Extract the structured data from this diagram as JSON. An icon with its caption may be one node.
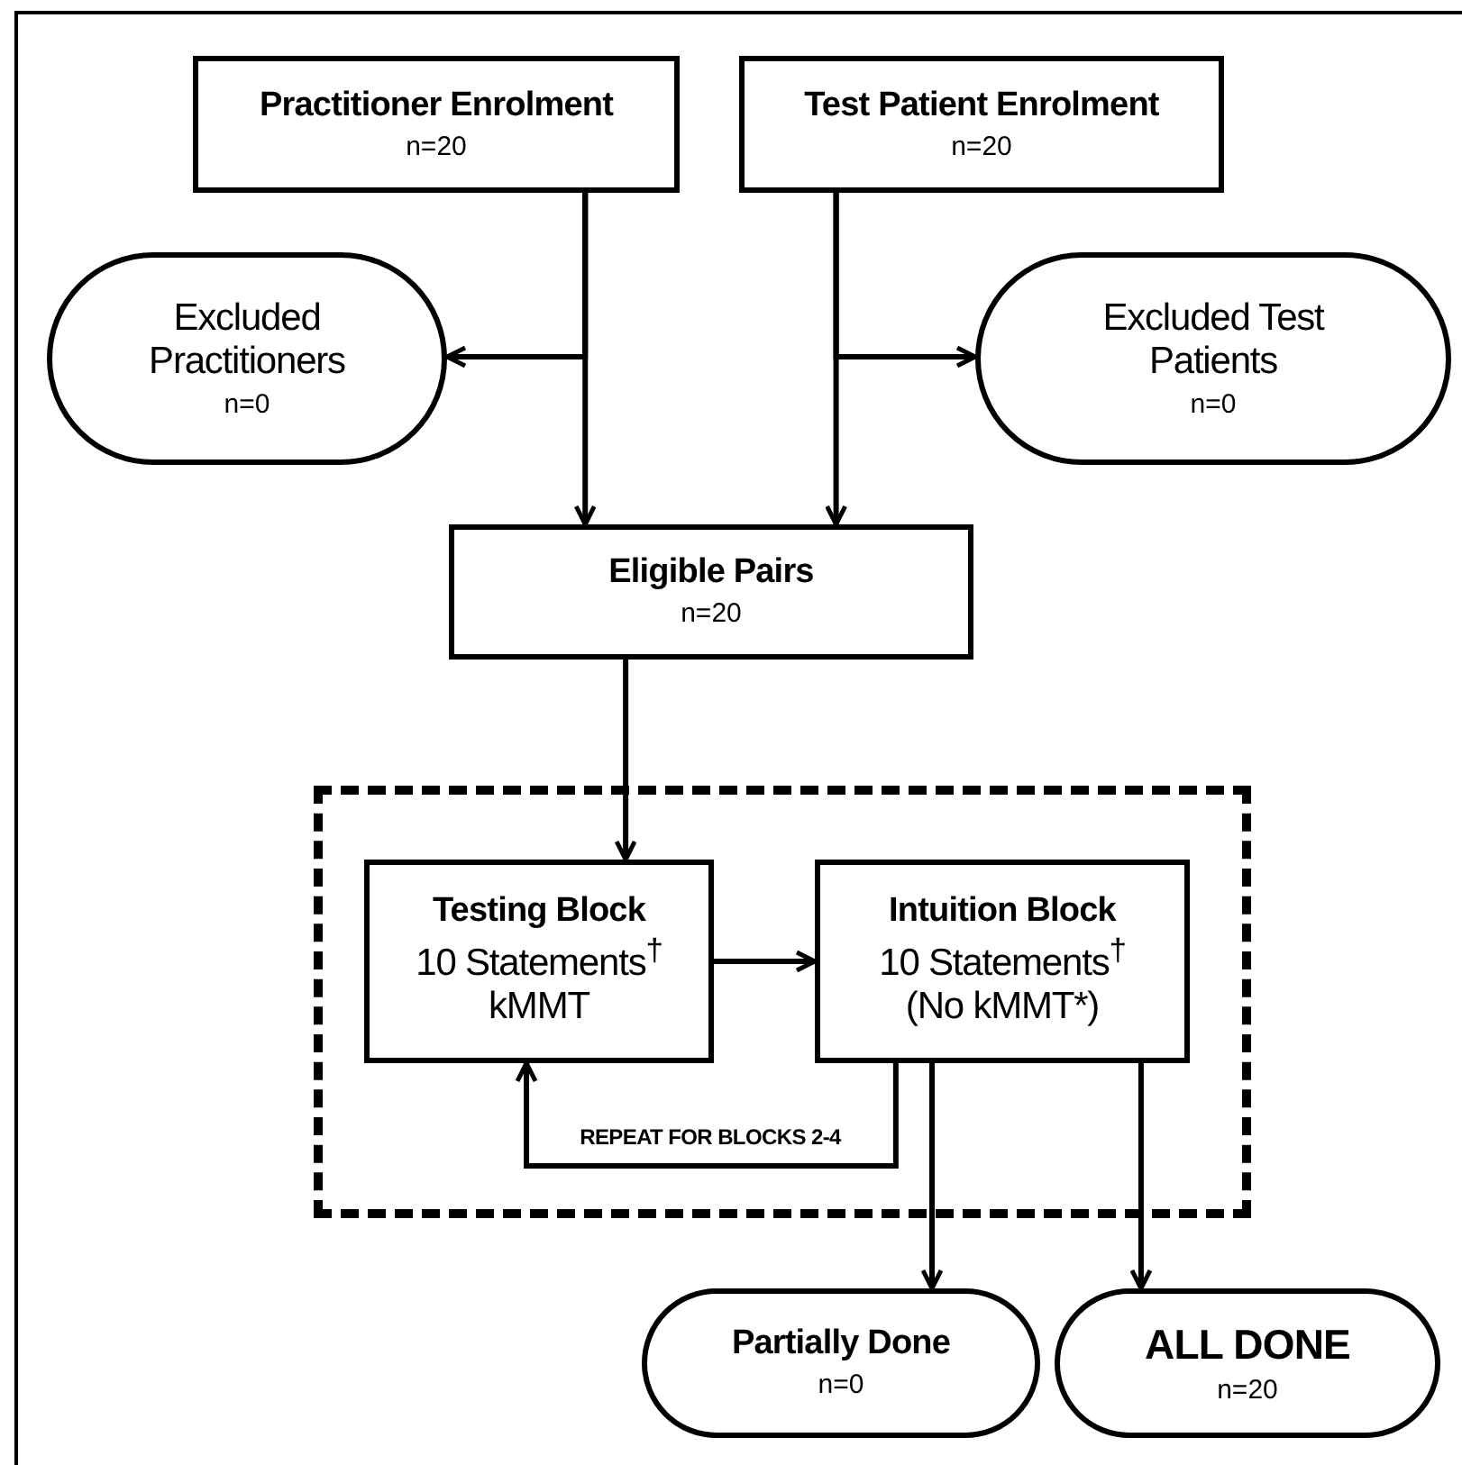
{
  "diagram": {
    "nodes": [
      {
        "text": [
          "Practitioner Enrolment",
          "n=20"
        ]
      },
      {
        "text": [
          "Test Patient Enrolment",
          "n=20"
        ]
      },
      {
        "text": [
          "Excluded Practitioners",
          "n=0"
        ]
      },
      {
        "text": [
          "Excluded Test Patients",
          "n=0"
        ]
      },
      {
        "text": [
          "Eligible Pairs",
          "n=20"
        ]
      },
      {
        "text": [],
        "shape": "box"
      },
      {
        "text": [
          "Testing Block",
          "10 Statements$^{†}$",
          "kMMT"
        ],
        "in": 5
      },
      {
        "text": [
          "Intuition Block",
          "10 Statements$^{†}$",
          "(No kMMT*)"
        ],
        "in": 5
      },
      {
        "text": [
          "Partially Done",
          "n=0"
        ]
      },
      {
        "text": [
          "ALL DONE",
          "n=20"
        ]
      }
    ],
    "edges": [
      {
        "from": 0,
        "to": 4,
        "arrow": "to"
      },
      {
        "from": 1,
        "to": 4,
        "arrow": "to"
      },
      {
        "from": 0,
        "to": 2,
        "arrow": "to"
      },
      {
        "from": 1,
        "to": 3,
        "arrow": "to"
      },
      {
        "from": 4,
        "to": 6,
        "arrow": "to"
      },
      {
        "from": 6,
        "to": 7,
        "arrow": "to"
      },
      {
        "from": 7,
        "to": 6,
        "arrow": "to",
        "label": "REPEAT FOR BLOCKS 2-4"
      },
      {
        "from": 7,
        "to": 8,
        "arrow": "to"
      },
      {
        "from": 7,
        "to": 9,
        "arrow": "to"
      }
    ]
  }
}
